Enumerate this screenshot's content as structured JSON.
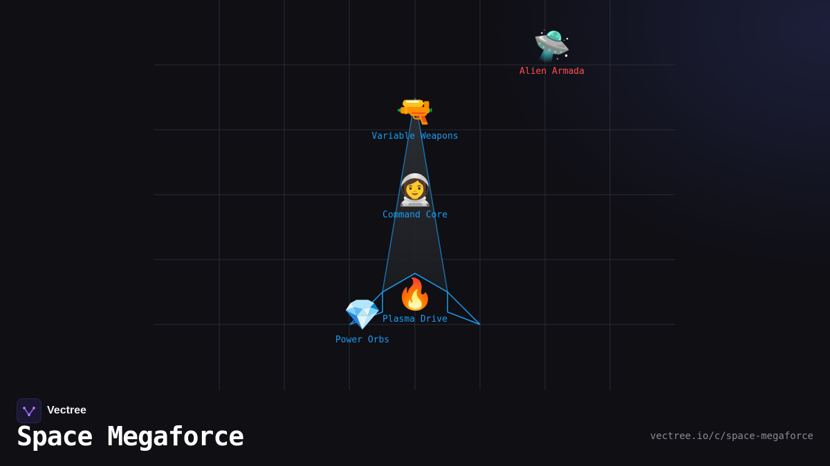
{
  "brand": {
    "name": "Vectree"
  },
  "page": {
    "title": "Space Megaforce",
    "url": "vectree.io/c/space-megaforce"
  },
  "colors": {
    "accent": "#1d9bf0",
    "enemy": "#ff4d4d",
    "grid": "#2a2d36"
  },
  "nodes": [
    {
      "id": "alien-armada",
      "label": "Alien Armada",
      "emoji": "🛸",
      "color": "#ff4d4d"
    },
    {
      "id": "variable-weapons",
      "label": "Variable Weapons",
      "emoji": "🔫",
      "color": "#1d9bf0"
    },
    {
      "id": "command-core",
      "label": "Command Core",
      "emoji": "👩‍🚀",
      "color": "#1d9bf0"
    },
    {
      "id": "plasma-drive",
      "label": "Plasma Drive",
      "emoji": "🔥",
      "color": "#1d9bf0"
    },
    {
      "id": "power-orbs",
      "label": "Power Orbs",
      "emoji": "💎",
      "color": "#1d9bf0"
    }
  ]
}
